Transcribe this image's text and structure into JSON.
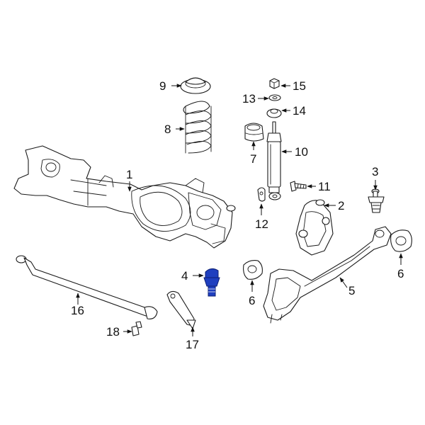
{
  "highlight_color": "#1f3fbf",
  "callouts": {
    "c1": "1",
    "c2": "2",
    "c3": "3",
    "c4": "4",
    "c5": "5",
    "c6a": "6",
    "c6b": "6",
    "c7": "7",
    "c8": "8",
    "c9": "9",
    "c10": "10",
    "c11": "11",
    "c12": "12",
    "c13": "13",
    "c14": "14",
    "c15": "15",
    "c16": "16",
    "c17": "17",
    "c18": "18"
  }
}
